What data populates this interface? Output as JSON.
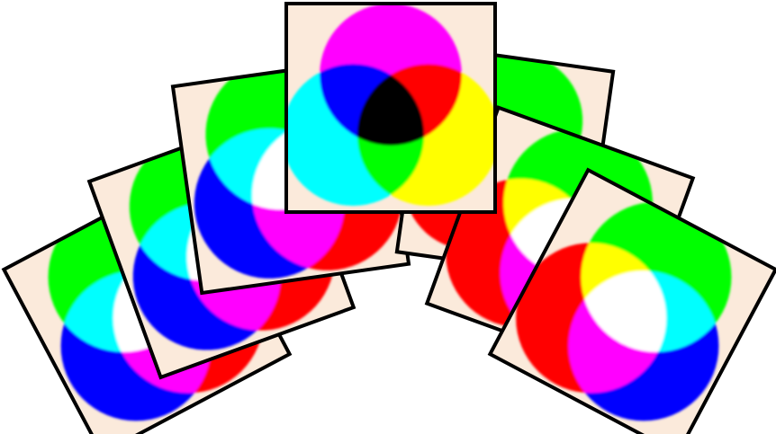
{
  "colors": {
    "background": "#ffffff",
    "card_fill": "#fbeadb",
    "card_border": "#000000",
    "red": "#ff0000",
    "green": "#00ff00",
    "blue": "#0000ff",
    "cyan": "#00ffff",
    "magenta": "#ff00ff",
    "yellow": "#ffff00",
    "white": "#ffffff",
    "black": "#000000"
  },
  "cards": [
    {
      "name": "card-additive-1",
      "model": "additive",
      "variant": "left"
    },
    {
      "name": "card-additive-2",
      "model": "additive",
      "variant": "left"
    },
    {
      "name": "card-additive-3",
      "model": "additive",
      "variant": "left"
    },
    {
      "name": "card-additive-4",
      "model": "additive",
      "variant": "right"
    },
    {
      "name": "card-additive-5",
      "model": "additive",
      "variant": "right"
    },
    {
      "name": "card-additive-6",
      "model": "additive",
      "variant": "right"
    },
    {
      "name": "card-subtractive-center",
      "model": "subtractive",
      "variant": "center"
    }
  ]
}
